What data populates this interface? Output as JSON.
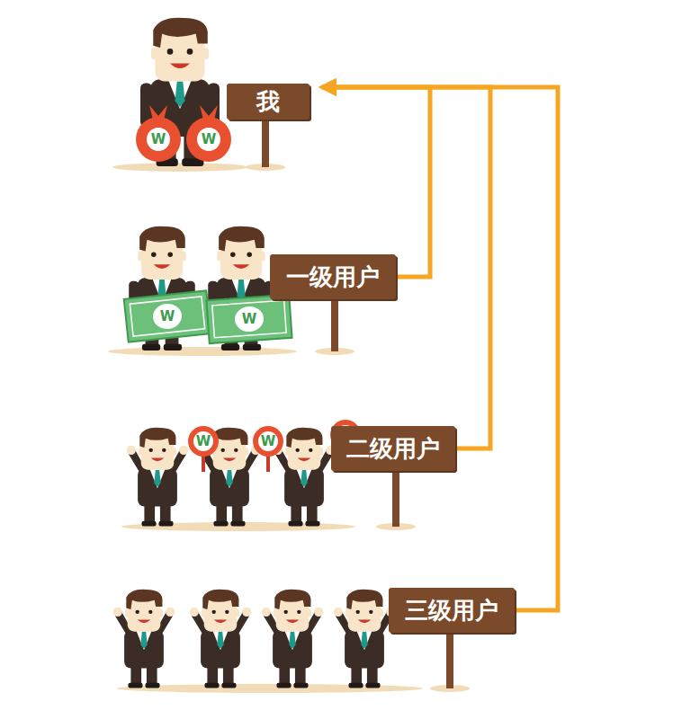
{
  "diagram": {
    "nodes": [
      {
        "text": [
          "我"
        ]
      },
      {
        "text": [
          "一级用户"
        ]
      },
      {
        "text": [
          "二级用户"
        ]
      },
      {
        "text": [
          "三级用户"
        ]
      }
    ],
    "edges": [
      {
        "from": 1,
        "to": 0,
        "arrow": "to"
      },
      {
        "from": 2,
        "to": 0,
        "arrow": "to"
      },
      {
        "from": 3,
        "to": 0,
        "arrow": "to"
      }
    ],
    "labels": [
      "W",
      "W",
      "W",
      "W",
      "W",
      "W"
    ]
  }
}
